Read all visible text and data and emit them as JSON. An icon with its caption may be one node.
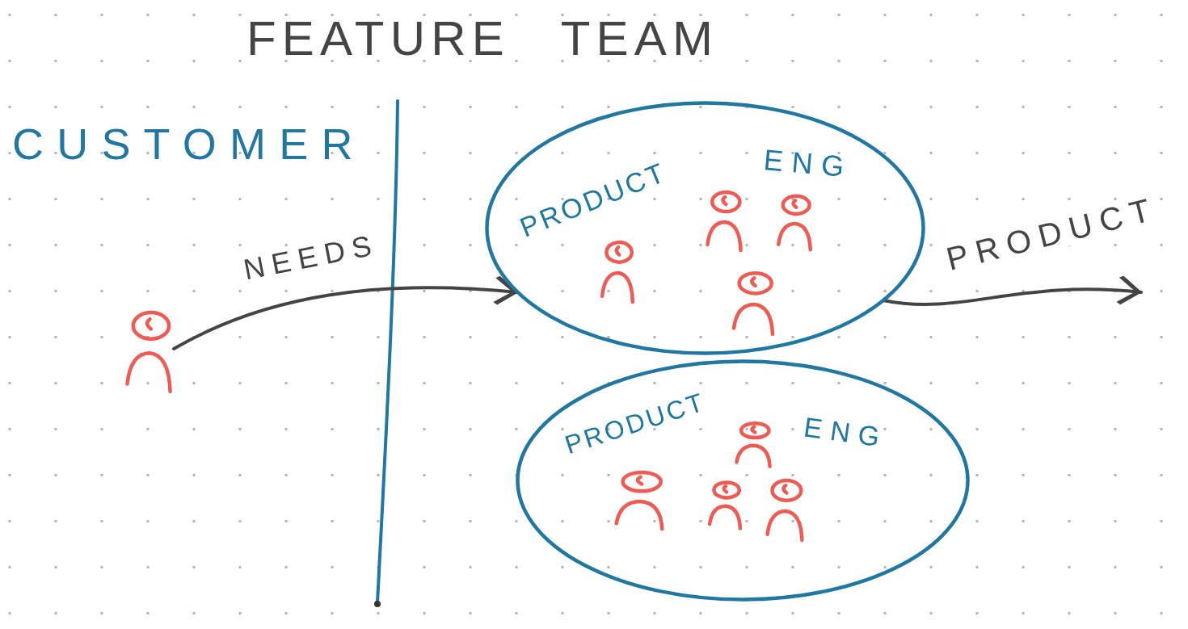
{
  "diagram": {
    "title": "FEATURE TEAM",
    "nodes": [
      {
        "text": [],
        "shape": "person"
      },
      {
        "text": [
          "PRODUCT",
          "ENG"
        ]
      },
      {
        "text": [
          "PRODUCT",
          "ENG"
        ]
      }
    ],
    "edges": [
      {
        "from": 0,
        "to": 1,
        "arrow": "to",
        "label": "NEEDS"
      },
      {
        "from": 1,
        "to": null,
        "arrow": "to",
        "label": "PRODUCT"
      }
    ],
    "labels": [
      "CUSTOMER"
    ]
  }
}
